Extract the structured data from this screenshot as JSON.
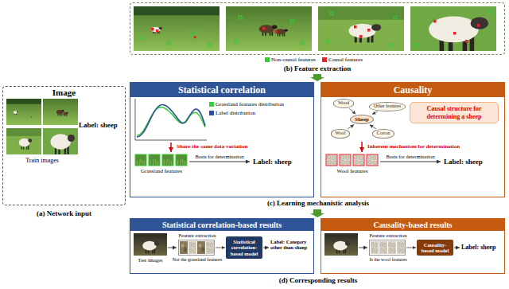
{
  "diagram": {
    "nodes": [
      {
        "text": [
          "Image",
          "(a) Network input"
        ]
      },
      {
        "text": [
          "(b) Feature extraction"
        ]
      },
      {
        "text": [
          "Statistical correlation"
        ]
      },
      {
        "text": [
          "Causality"
        ]
      },
      {
        "text": [
          "Wood"
        ],
        "in": 3
      },
      {
        "text": [
          "Sheep"
        ],
        "in": 3
      },
      {
        "text": [
          "Other features"
        ],
        "in": 3
      },
      {
        "text": [
          "Wool"
        ],
        "in": 3
      },
      {
        "text": [
          "Cotton"
        ],
        "in": 3
      },
      {
        "text": [
          "Causal structure for determining a sheep"
        ],
        "in": 3
      },
      {
        "text": [
          "Statistical correlation-based results"
        ]
      },
      {
        "text": [
          "Causality-based results"
        ]
      },
      {
        "text": [
          "Feature extraction",
          "Not the grassland features"
        ],
        "in": 10
      },
      {
        "text": [
          "Statistical correlation-based model"
        ],
        "in": 10
      },
      {
        "text": [
          "Feature extraction",
          "Is the wool features"
        ],
        "in": 11
      },
      {
        "text": [
          "Causality-based model"
        ],
        "in": 11
      }
    ],
    "edges": [
      {
        "from": 4,
        "to": 5,
        "arrow": "to"
      },
      {
        "from": 6,
        "to": 5,
        "arrow": "to"
      },
      {
        "from": 7,
        "to": 5,
        "arrow": "to"
      },
      {
        "from": 8,
        "to": 5,
        "arrow": "to"
      },
      {
        "from": 12,
        "to": 13,
        "arrow": "to"
      },
      {
        "from": 14,
        "to": 15,
        "arrow": "to"
      }
    ],
    "labels": [
      "Label: sheep",
      "Train images",
      "Share the same data variation",
      "Grassland features",
      "Basis for determination",
      "Label: sheep",
      "Inherent mechanism for determination",
      "Wool features",
      "Basis for determination",
      "Label: sheep",
      "(c) Learning mechanistic analysis",
      "Test images",
      "Label: Category other than sheep",
      "Label: sheep",
      "(d) Corresponding results"
    ],
    "legend": [
      {
        "text": "Non-causal features",
        "color": "#33cc33"
      },
      {
        "text": "Causal features",
        "color": "#e8212a"
      },
      {
        "text": "Grassland features distribution",
        "color": "#3ccf3c"
      },
      {
        "text": "Label distribution",
        "color": "#2e4f9e"
      }
    ]
  }
}
